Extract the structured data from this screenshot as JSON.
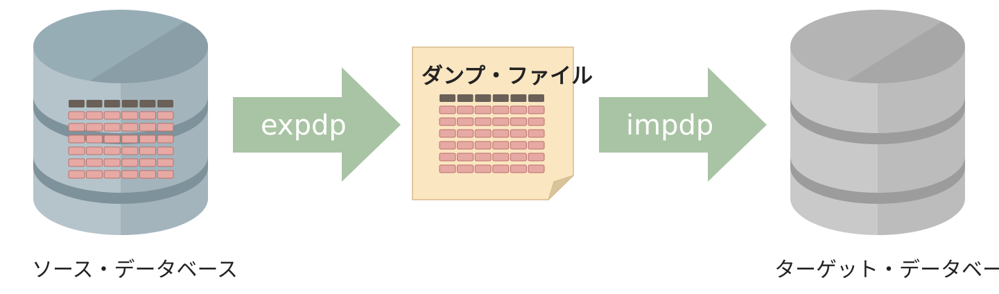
{
  "source_db": {
    "label": "ソース・データベース",
    "colors": {
      "top": "#97adb6",
      "top_dark": "#8a9ea7",
      "body": "#b5c4cb",
      "body_dark": "#a4b4bc",
      "band": "#7e929b",
      "band_light": "#93a6ae"
    }
  },
  "target_db": {
    "label": "ターゲット・データベース",
    "colors": {
      "top": "#b4b4b4",
      "top_dark": "#a7a7a7",
      "body": "#c9c9c9",
      "body_dark": "#bcbcbc",
      "band": "#9c9c9c",
      "band_light": "#adadad"
    }
  },
  "export_arrow": {
    "label": "expdp",
    "color": "#a9c4a4"
  },
  "import_arrow": {
    "label": "impdp",
    "color": "#a9c4a4"
  },
  "dump_file": {
    "title": "ダンプ・ファイル",
    "paper": "#fbe6c2",
    "border": "#d8b98a",
    "fold": "#d8c49a"
  },
  "table_icon": {
    "header_color": "#6a6058",
    "cell_color": "#e6a9a4",
    "cell_border": "#b9706b",
    "columns": 6,
    "rows": 6
  }
}
